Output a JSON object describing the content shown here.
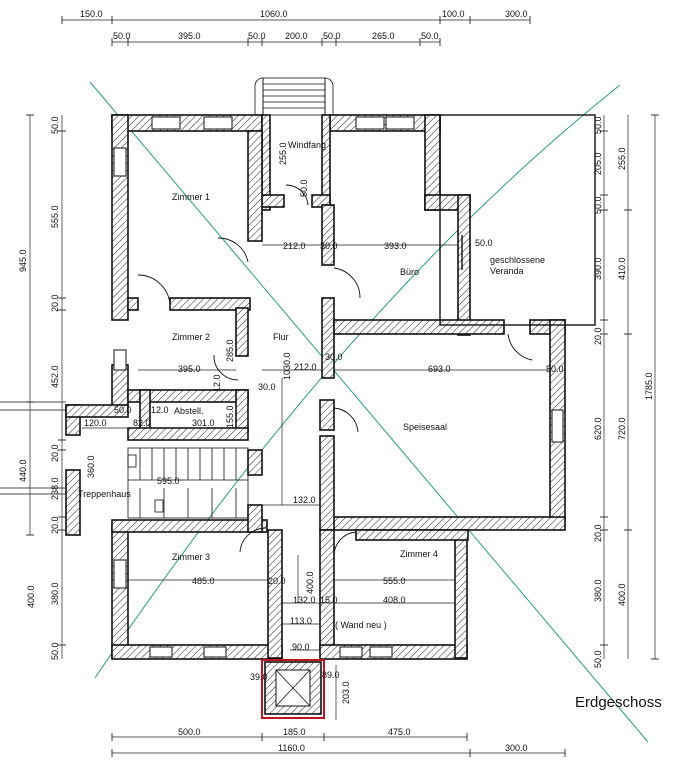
{
  "title": "Erdgeschoss",
  "rooms": {
    "zimmer1": "Zimmer 1",
    "windfang": "Windfang",
    "buero": "Büro",
    "veranda_l1": "geschlossene",
    "veranda_l2": "Veranda",
    "zimmer2": "Zimmer 2",
    "flur": "Flur",
    "abstell": "Abstell.",
    "speisesaal": "Speisesaal",
    "treppenhaus": "Treppenhaus",
    "zimmer3": "Zimmer 3",
    "zimmer4": "Zimmer 4",
    "wand_neu": "( Wand neu )"
  },
  "dims": {
    "top1": [
      "150.0",
      "1060.0",
      "100.0",
      "300.0"
    ],
    "top2": [
      "50.0",
      "395.0",
      "50.0",
      "200.0",
      "50.0",
      "265.0",
      "50.0"
    ],
    "bottom1": [
      "500.0",
      "185.0",
      "475.0"
    ],
    "bottom2": [
      "1160.0",
      "300.0"
    ],
    "left_outer": [
      "945.0",
      "440.0"
    ],
    "left_inner": [
      "50.0",
      "555.0",
      "20.0",
      "452.0",
      "20.0",
      "238.0",
      "20.0",
      "400.0",
      "50.0"
    ],
    "left_inner2": [
      "360.0",
      "380.0"
    ],
    "right_inner": [
      "50.0",
      "205.0",
      "50.0",
      "390.0",
      "20.0",
      "620.0",
      "20.0",
      "380.0",
      "50.0"
    ],
    "right_mid": [
      "255.0",
      "410.0",
      "720.0",
      "400.0"
    ],
    "right_outer": [
      "1785.0"
    ],
    "interior": [
      "255.0",
      "50.0",
      "212.0",
      "30.0",
      "393.0",
      "50.0",
      "395.0",
      "285.0",
      "1030.0",
      "212.0",
      "30.0",
      "693.0",
      "50.0",
      "12.0",
      "30.0",
      "50.0",
      "120.0",
      "82.0",
      "12.0",
      "301.0",
      "155.0",
      "595.0",
      "132.0",
      "485.0",
      "20.0",
      "400.0",
      "555.0",
      "132.0",
      "15.0",
      "408.0",
      "113.0",
      "90.0",
      "39.0",
      "89.0",
      "203.0"
    ]
  }
}
